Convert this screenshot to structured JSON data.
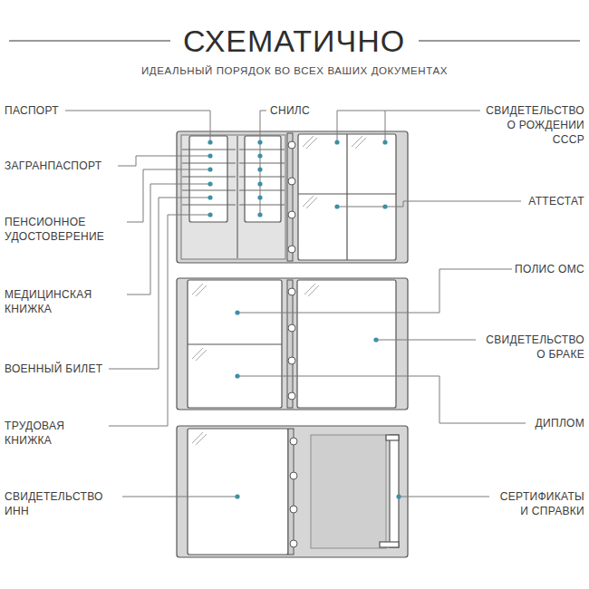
{
  "diagram": {
    "title": "СХЕМАТИЧНО",
    "labels": [
      "ИДЕАЛЬНЫЙ ПОРЯДОК ВО ВСЕХ ВАШИХ ДОКУМЕНТАХ",
      "ПАСПОРТ",
      "СНИЛС",
      "СВИДЕТЕЛЬСТВО О РОЖДЕНИИ СССР",
      "ЗАГРАНПАСПОРТ",
      "АТТЕСТАТ",
      "ПЕНСИОННОЕ УДОСТОВЕРЕНИЕ",
      "МЕДИЦИНСКАЯ КНИЖКА",
      "ПОЛИС ОМС",
      "СВИДЕТЕЛЬСТВО О БРАКЕ",
      "ВОЕННЫЙ БИЛЕТ",
      "ДИПЛОМ",
      "ТРУДОВАЯ КНИЖКА",
      "СВИДЕТЕЛЬСТВО ИНН",
      "СЕРТИФИКАТЫ И СПРАВКИ"
    ]
  }
}
